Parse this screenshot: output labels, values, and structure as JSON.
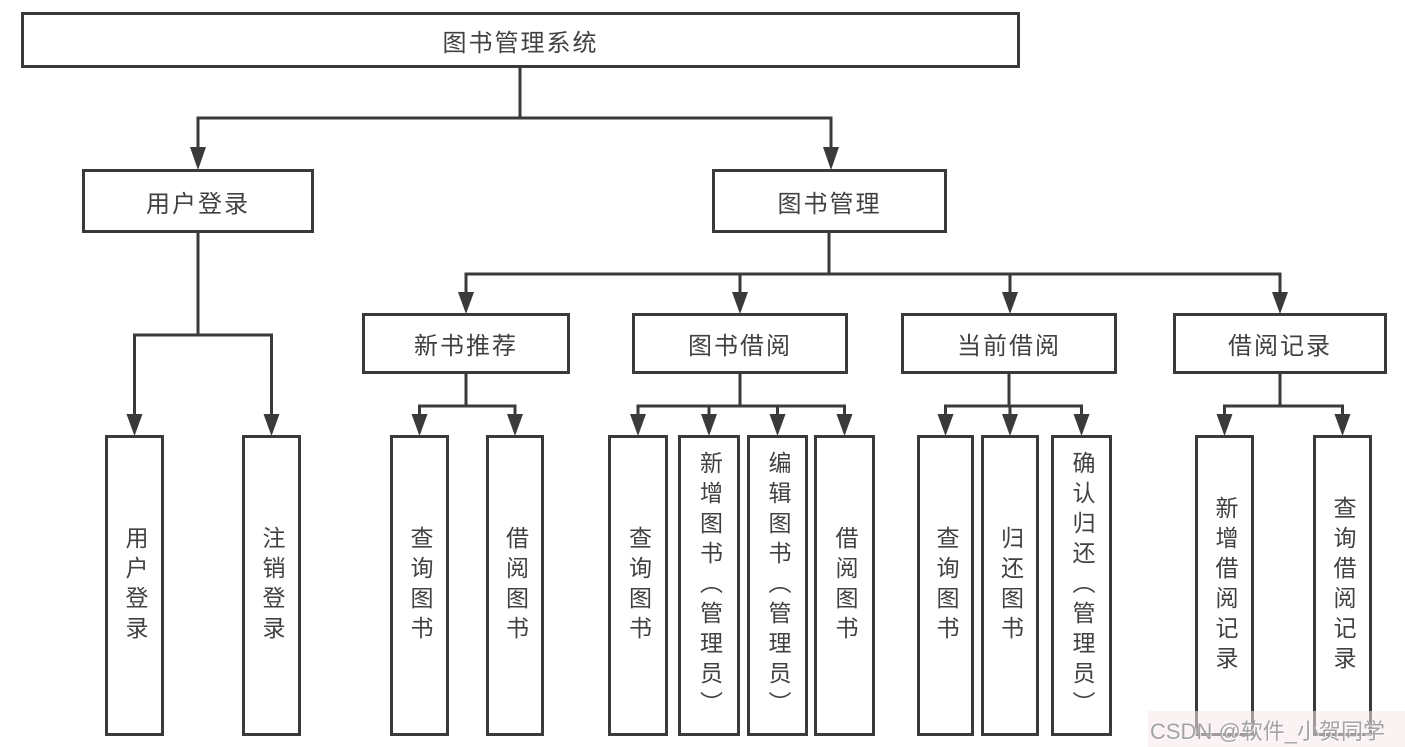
{
  "tree": {
    "root": {
      "label": "图书管理系统"
    },
    "branches": [
      {
        "label": "用户登录",
        "children": [
          {
            "label": "用户登录"
          },
          {
            "label": "注销登录"
          }
        ]
      },
      {
        "label": "图书管理",
        "children": [
          {
            "label": "新书推荐",
            "children": [
              {
                "label": "查询图书"
              },
              {
                "label": "借阅图书"
              }
            ]
          },
          {
            "label": "图书借阅",
            "children": [
              {
                "label": "查询图书"
              },
              {
                "label": "新增图书（管理员）"
              },
              {
                "label": "编辑图书（管理员）"
              },
              {
                "label": "借阅图书"
              }
            ]
          },
          {
            "label": "当前借阅",
            "children": [
              {
                "label": "查询图书"
              },
              {
                "label": "归还图书"
              },
              {
                "label": "确认归还（管理员）"
              }
            ]
          },
          {
            "label": "借阅记录",
            "children": [
              {
                "label": "新增借阅记录"
              },
              {
                "label": "查询借阅记录"
              }
            ]
          }
        ]
      }
    ]
  },
  "watermark": {
    "text": "CSDN @软件_小贺同学"
  },
  "colors": {
    "line": "#3a3a3a",
    "text": "#414141",
    "background": "#ffffff",
    "watermark_text": "#a3a3a3",
    "watermark_bg": "#f7e7ea"
  }
}
